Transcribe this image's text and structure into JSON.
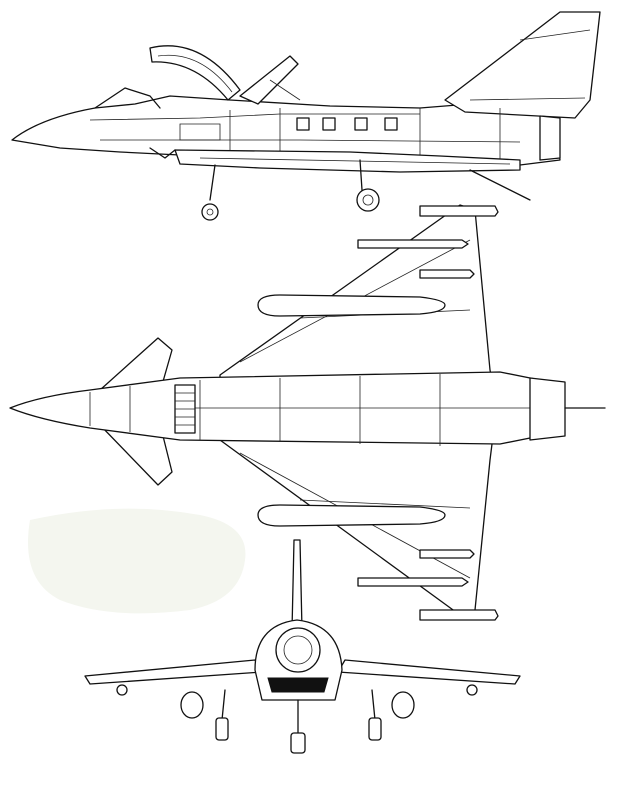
{
  "drawing": {
    "views": [
      "side-view",
      "plan-view",
      "front-view"
    ]
  }
}
